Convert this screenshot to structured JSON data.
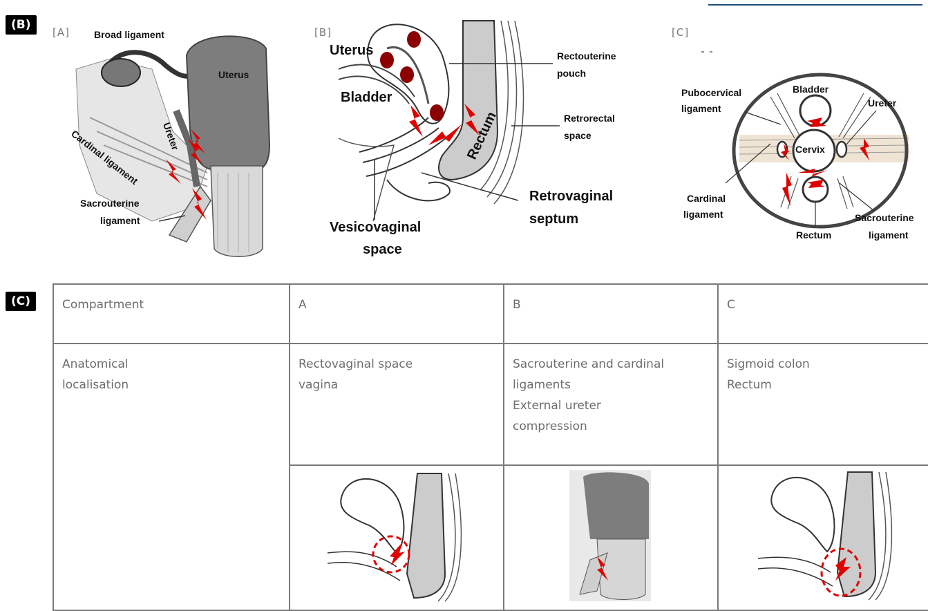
{
  "section_b": {
    "badge": "(B)",
    "panel_a": {
      "tag": "[A]",
      "labels": {
        "broad": "Broad  ligament",
        "uterus": "Uterus",
        "cardinal": "Cardinal ligament",
        "ureter": "Ureter",
        "sacrouterine_1": "Sacrouterine",
        "sacrouterine_2": "ligament"
      }
    },
    "panel_b": {
      "tag": "[B]",
      "labels": {
        "uterus": "Uterus",
        "bladder": "Bladder",
        "rectouterine_1": "Rectouterine",
        "rectouterine_2": "pouch",
        "rectum": "Rectum",
        "retrorectal_1": "Retrorectal",
        "retrorectal_2": "space",
        "retrovaginal_1": "Retrovaginal",
        "retrovaginal_2": "septum",
        "vesicovaginal_1": "Vesicovaginal",
        "vesicovaginal_2": "space"
      }
    },
    "panel_c": {
      "tag": "[C]",
      "labels": {
        "bladder": "Bladder",
        "ureter": "Ureter",
        "pubocervical_1": "Pubocervical",
        "pubocervical_2": "ligament",
        "cervix": "Cervix",
        "cardinal_1": "Cardinal",
        "cardinal_2": "ligament",
        "rectum": "Rectum",
        "sacrouterine_1": "Sacrouterine",
        "sacrouterine_2": "ligament"
      }
    },
    "colors": {
      "accent": "#e00000",
      "nodule": "#8b0000",
      "rule": "#1f4e79"
    }
  },
  "section_c": {
    "badge": "(C)",
    "table": {
      "headers": [
        "Compartment",
        "A",
        "B",
        "C"
      ],
      "row_label": [
        "Anatomical",
        "localisation"
      ],
      "col_a": [
        "Rectovaginal space",
        "vagina"
      ],
      "col_b": [
        "Sacrouterine and cardinal",
        "ligaments",
        "External ureter",
        "compression"
      ],
      "col_c": [
        "Sigmoid colon",
        "Rectum"
      ]
    }
  }
}
